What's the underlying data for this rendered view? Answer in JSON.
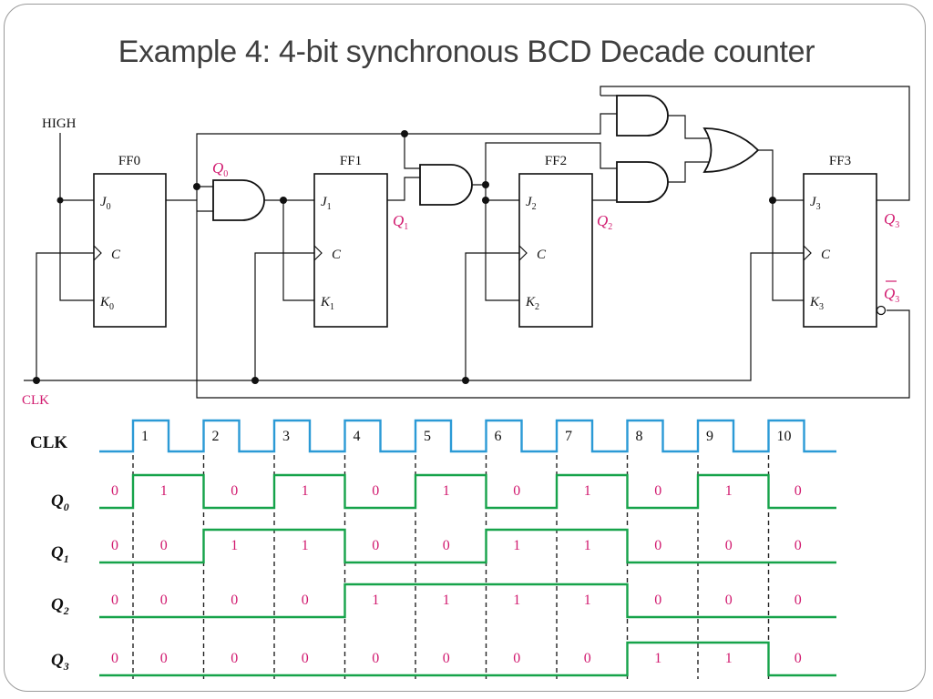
{
  "title": "Example  4: 4-bit synchronous BCD Decade counter",
  "circuit": {
    "high_label": "HIGH",
    "clk_label": "CLK",
    "flipflops": [
      {
        "name": "FF0",
        "j": "J",
        "k": "K",
        "sub": "0",
        "c": "C"
      },
      {
        "name": "FF1",
        "j": "J",
        "k": "K",
        "sub": "1",
        "c": "C"
      },
      {
        "name": "FF2",
        "j": "J",
        "k": "K",
        "sub": "2",
        "c": "C"
      },
      {
        "name": "FF3",
        "j": "J",
        "k": "K",
        "sub": "3",
        "c": "C"
      }
    ],
    "outputs": {
      "q": "Q",
      "q0_sub": "0",
      "q1_sub": "1",
      "q2_sub": "2",
      "q3_sub": "3",
      "q3bar_sub": "3"
    }
  },
  "timing": {
    "clk_label": "CLK",
    "q_letter": "Q",
    "pulses": [
      "1",
      "2",
      "3",
      "4",
      "5",
      "6",
      "7",
      "8",
      "9",
      "10"
    ],
    "rows": [
      {
        "name": "Q0",
        "sub": "0",
        "bits": [
          "0",
          "1",
          "0",
          "1",
          "0",
          "1",
          "0",
          "1",
          "0",
          "1",
          "0"
        ]
      },
      {
        "name": "Q1",
        "sub": "1",
        "bits": [
          "0",
          "0",
          "1",
          "1",
          "0",
          "0",
          "1",
          "1",
          "0",
          "0",
          "0"
        ]
      },
      {
        "name": "Q2",
        "sub": "2",
        "bits": [
          "0",
          "0",
          "0",
          "0",
          "1",
          "1",
          "1",
          "1",
          "0",
          "0",
          "0"
        ]
      },
      {
        "name": "Q3",
        "sub": "3",
        "bits": [
          "0",
          "0",
          "0",
          "0",
          "0",
          "0",
          "0",
          "0",
          "1",
          "1",
          "0"
        ]
      }
    ]
  },
  "colors": {
    "clock_wave": "#2b9ad6",
    "q_wave": "#16a34a",
    "labels": "#d11a6f"
  }
}
